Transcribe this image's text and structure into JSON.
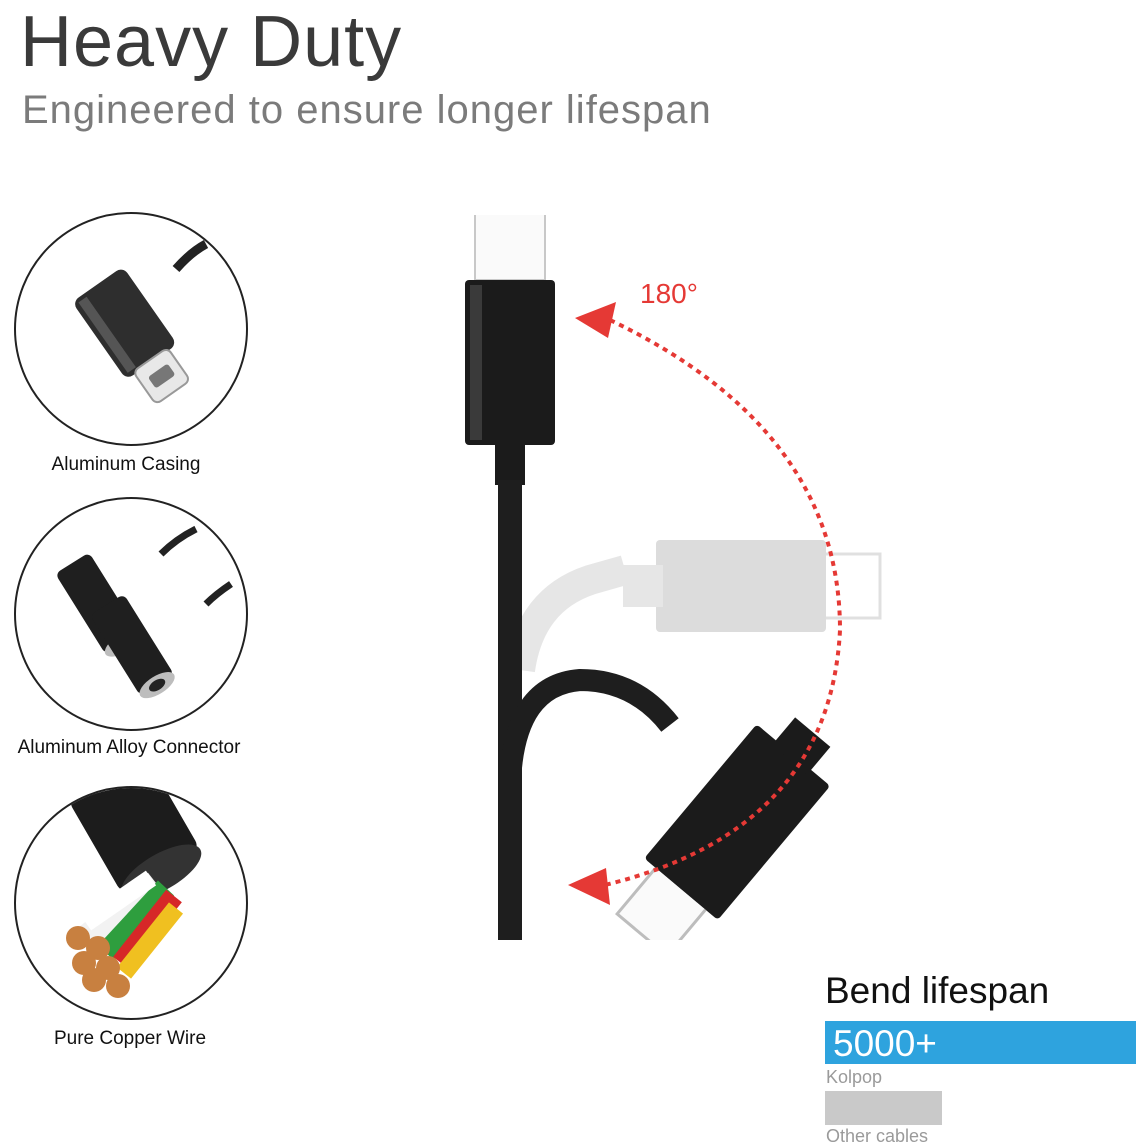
{
  "header": {
    "title": "Heavy Duty",
    "subtitle": "Engineered to ensure longer lifespan"
  },
  "features": [
    {
      "label": "Aluminum Casing",
      "icon": "usb-c-connector-icon"
    },
    {
      "label": "Aluminum Alloy Connector",
      "icon": "dual-audio-jack-icon"
    },
    {
      "label": "Pure Copper Wire",
      "icon": "copper-wire-cross-section-icon"
    }
  ],
  "bend": {
    "angle_label": "180°",
    "title": "Bend lifespan",
    "kolpop_value": "5000+",
    "kolpop_label": "Kolpop",
    "other_label": "Other cables"
  },
  "colors": {
    "accent_red": "#e53935",
    "bar_blue": "#2ea3de",
    "bar_gray": "#c9c9c9"
  }
}
